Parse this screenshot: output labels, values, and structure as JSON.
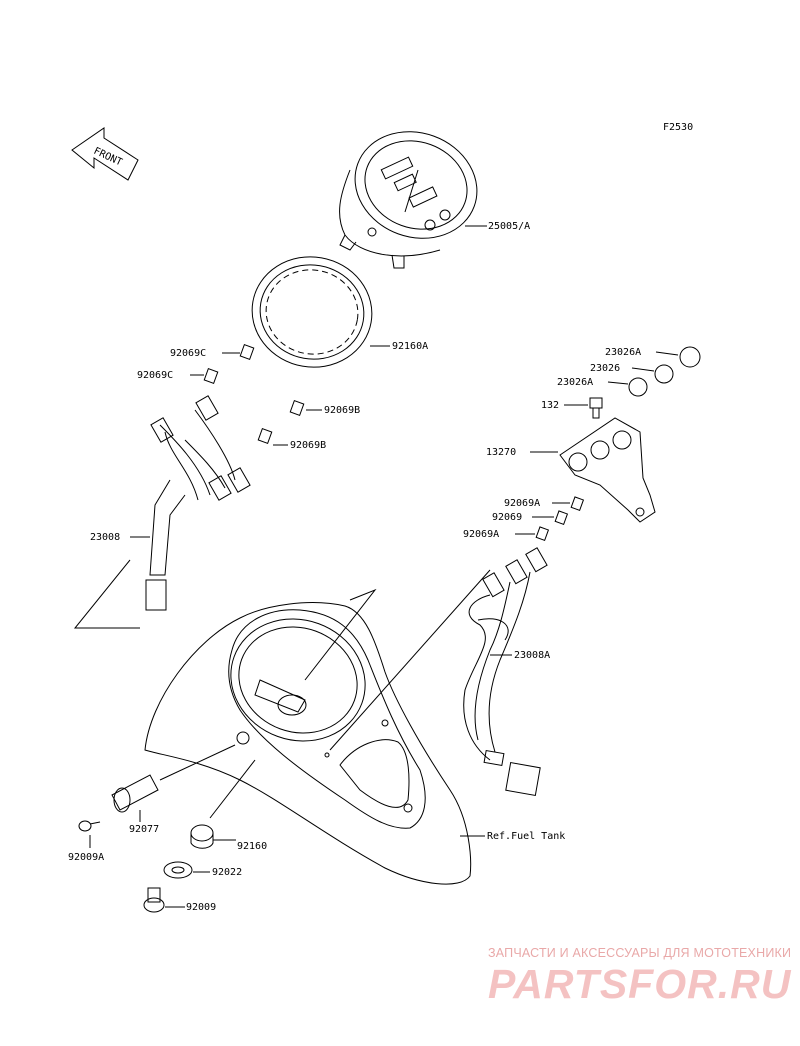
{
  "diagram": {
    "code": "F2530",
    "front_label": "FRONT",
    "ref_label": "Ref.Fuel Tank",
    "parts": [
      {
        "id": "meter",
        "label": "25005/A"
      },
      {
        "id": "ring",
        "label": "92160A"
      },
      {
        "id": "bulb-c1",
        "label": "92069C"
      },
      {
        "id": "bulb-c2",
        "label": "92069C"
      },
      {
        "id": "bulb-b1",
        "label": "92069B"
      },
      {
        "id": "bulb-b2",
        "label": "92069B"
      },
      {
        "id": "harness",
        "label": "23008"
      },
      {
        "id": "lens-a1",
        "label": "23026A"
      },
      {
        "id": "lens",
        "label": "23026"
      },
      {
        "id": "lens-a2",
        "label": "23026A"
      },
      {
        "id": "bolt",
        "label": "132"
      },
      {
        "id": "bracket",
        "label": "13270"
      },
      {
        "id": "bulb-a1",
        "label": "92069A"
      },
      {
        "id": "bulb",
        "label": "92069"
      },
      {
        "id": "bulb-a2",
        "label": "92069A"
      },
      {
        "id": "harness-a",
        "label": "23008A"
      },
      {
        "id": "knob",
        "label": "92077"
      },
      {
        "id": "screw-a",
        "label": "92009A"
      },
      {
        "id": "grommet",
        "label": "92160"
      },
      {
        "id": "washer",
        "label": "92022"
      },
      {
        "id": "screw",
        "label": "92009"
      }
    ]
  },
  "watermark": {
    "tagline": "ЗАПЧАСТИ И АКСЕССУАРЫ ДЛЯ МОТОТЕХНИКИ",
    "logo": "PARTSFOR.RU",
    "color": "#e9a8a8"
  }
}
